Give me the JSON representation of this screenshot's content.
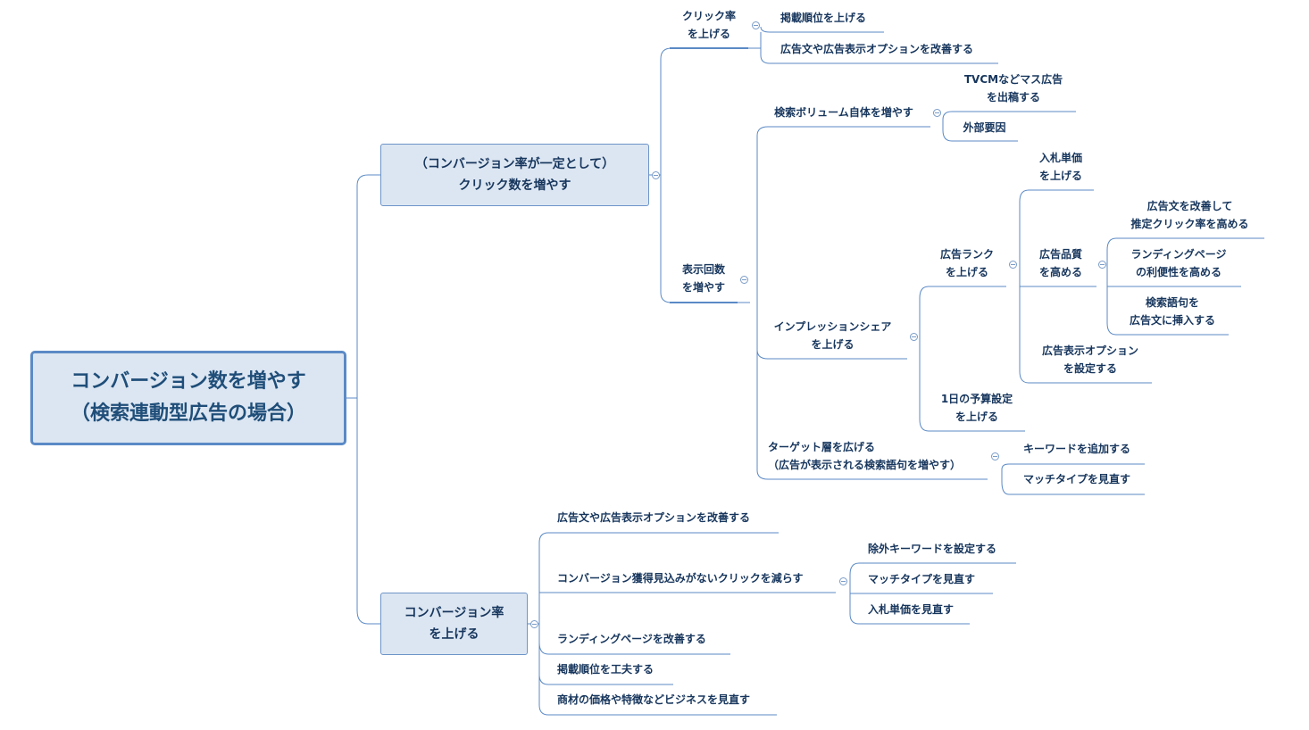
{
  "root": {
    "label": "コンバージョン数を増やす\n（検索連動型広告の場合）"
  },
  "branch_a": {
    "label": "（コンバージョン率が一定として）\nクリック数を増やす",
    "click_rate": {
      "label": "クリック率\nを上げる",
      "children": [
        "掲載順位を上げる",
        "広告文や広告表示オプションを改善する"
      ]
    },
    "impressions": {
      "label": "表示回数\nを増やす",
      "volume": {
        "label": "検索ボリューム自体を増やす",
        "children": [
          "TVCMなどマス広告\nを出稿する",
          "外部要因"
        ]
      },
      "impression_share": {
        "label": "インプレッションシェア\nを上げる",
        "ad_rank": {
          "label": "広告ランク\nを上げる",
          "bid": "入札単価\nを上げる",
          "quality": {
            "label": "広告品質\nを高める",
            "children": [
              "広告文を改善して\n推定クリック率を高める",
              "ランディングページ\nの利便性を高める",
              "検索語句を\n広告文に挿入する"
            ]
          },
          "extensions": "広告表示オプション\nを設定する"
        },
        "budget": "1日の予算設定\nを上げる"
      },
      "target": {
        "label": "ターゲット層を広げる\n（広告が表示される検索語句を増やす）",
        "children": [
          "キーワードを追加する",
          "マッチタイプを見直す"
        ]
      }
    }
  },
  "branch_b": {
    "label": "コンバージョン率\nを上げる",
    "children": [
      "広告文や広告表示オプションを改善する",
      "コンバージョン獲得見込みがないクリックを減らす",
      "ランディングページを改善する",
      "掲載順位を工夫する",
      "商材の価格や特徴などビジネスを見直す"
    ],
    "reduce_clicks_children": [
      "除外キーワードを設定する",
      "マッチタイプを見直す",
      "入札単価を見直す"
    ]
  },
  "colors": {
    "line": "#5b8ac6",
    "node_fill": "#dce6f2",
    "text": "#17365d"
  }
}
